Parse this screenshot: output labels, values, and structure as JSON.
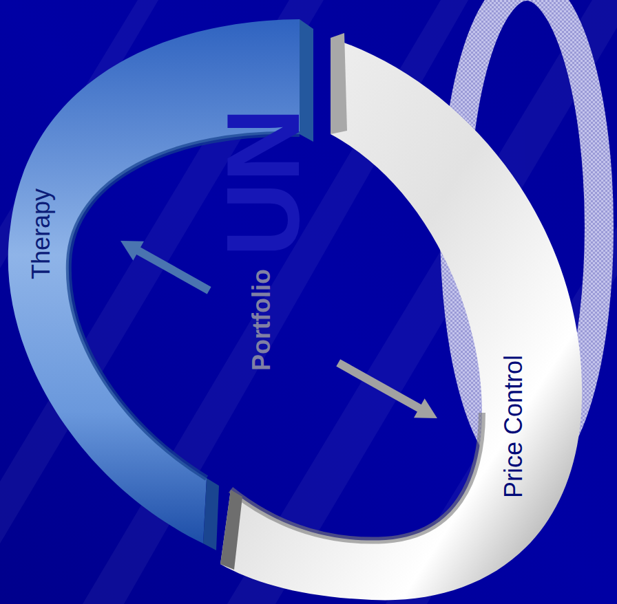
{
  "diagram": {
    "nodes": [
      {
        "text": [
          "Therapy"
        ]
      },
      {
        "text": [
          "Portfolio"
        ]
      },
      {
        "text": [
          "Price Control"
        ]
      }
    ],
    "edges": [
      {
        "from": 1,
        "to": 0,
        "arrow": "to"
      },
      {
        "from": 1,
        "to": 2,
        "arrow": "to"
      }
    ],
    "labels": [
      "UN"
    ]
  }
}
